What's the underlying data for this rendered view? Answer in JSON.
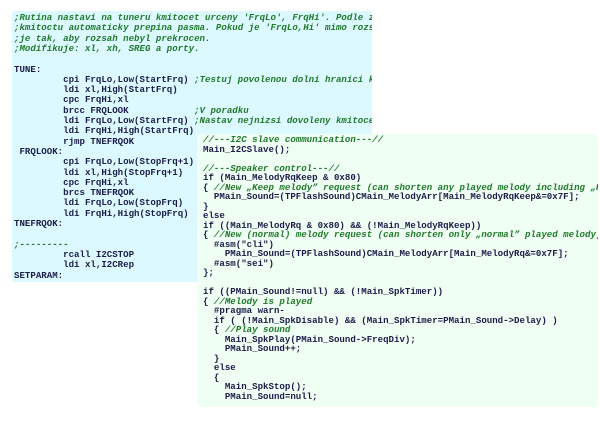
{
  "asm_listing": {
    "lines": [
      {
        "code": "",
        "comment": ";Rutina nastavi na tuneru kmitocet urceny 'FrqLo', FrqHi'. Podle zadaneho"
      },
      {
        "code": "",
        "comment": ";kmitoctu automaticky prepina pasma. Pokud je 'FrqLo,Hi' mimo rozsah, upravi"
      },
      {
        "code": "",
        "comment": ";je tak, aby rozsah nebyl prekrocen."
      },
      {
        "code": "",
        "comment": ";Modifikuje: xl, xh, SREG a porty."
      },
      {
        "code": "",
        "comment": ""
      },
      {
        "code": "TUNE:",
        "comment": ""
      },
      {
        "code": "         cpi FrqLo,Low(StartFrq)",
        "comment": ";Testuj povolenou dolni hranici kmitoctu"
      },
      {
        "code": "         ldi xl,High(StartFrq)",
        "comment": ""
      },
      {
        "code": "         cpc FrqHi,xl",
        "comment": ""
      },
      {
        "code": "         brcc FRQLOOK",
        "comment": ";V poradku"
      },
      {
        "code": "         ldi FrqLo,Low(StartFrq)",
        "comment": ";Nastav nejnizsi dovoleny kmitocet"
      },
      {
        "code": "         ldi FrqHi,High(StartFrq)",
        "comment": ""
      },
      {
        "code": "         rjmp TNEFRQOK",
        "comment": ""
      },
      {
        "code": " FRQLOOK:",
        "comment": ""
      },
      {
        "code": "         cpi FrqLo,Low(StopFrq+1)",
        "comment": ""
      },
      {
        "code": "         ldi xl,High(StopFrq+1)",
        "comment": ""
      },
      {
        "code": "         cpc FrqHi,xl",
        "comment": ""
      },
      {
        "code": "         brcs TNEFRQOK",
        "comment": ""
      },
      {
        "code": "         ldi FrqLo,Low(StopFrq)",
        "comment": ""
      },
      {
        "code": "         ldi FrqHi,High(StopFrq)",
        "comment": ""
      },
      {
        "code": "TNEFRQOK:",
        "comment": ""
      },
      {
        "code": "",
        "comment": ""
      },
      {
        "code": "",
        "comment": ";---------"
      },
      {
        "code": "         rcall I2CSTOP",
        "comment": ""
      },
      {
        "code": "         ldi xl,I2CRep",
        "comment": ""
      },
      {
        "code": "SETPARAM:",
        "comment": ""
      }
    ]
  },
  "c_listing": {
    "lines": [
      {
        "code": "",
        "comment": "//---I2C slave communication---//"
      },
      {
        "code": "Main_I2CSlave();",
        "comment": ""
      },
      {
        "code": "",
        "comment": ""
      },
      {
        "code": "",
        "comment": "//---Speaker control---//"
      },
      {
        "code": "if (Main_MelodyRqKeep & 0x80)",
        "comment": ""
      },
      {
        "code": "{ ",
        "comment": "//New „Keep melody” request (can shorten any played melody including „Keep"
      },
      {
        "code": "  PMain_Sound=(TPFlashSound)CMain_MelodyArr[Main_MelodyRqKeep&=0x7F];",
        "comment": ""
      },
      {
        "code": "}",
        "comment": ""
      },
      {
        "code": "else",
        "comment": ""
      },
      {
        "code": "if ((Main_MelodyRq & 0x80) && (!Main_MelodyRqKeep))",
        "comment": ""
      },
      {
        "code": "{ ",
        "comment": "//New (normal) melody request (can shorten only „normal” played melody)"
      },
      {
        "code": "  #asm(\"cli\")",
        "comment": ""
      },
      {
        "code": "    PMain_Sound=(TPFlashSound)CMain_MelodyArr[Main_MelodyRq&=0x7F];",
        "comment": ""
      },
      {
        "code": "  #asm(\"sei\")",
        "comment": ""
      },
      {
        "code": "};",
        "comment": ""
      },
      {
        "code": "",
        "comment": ""
      },
      {
        "code": "if ((PMain_Sound!=null) && (!Main_SpkTimer))",
        "comment": ""
      },
      {
        "code": "{ ",
        "comment": "//Melody is played"
      },
      {
        "code": "  #pragma warn-",
        "comment": ""
      },
      {
        "code": "  if ( (!Main_SpkDisable) && (Main_SpkTimer=PMain_Sound->Delay) )",
        "comment": ""
      },
      {
        "code": "  { ",
        "comment": "//Play sound"
      },
      {
        "code": "    Main_SpkPlay(PMain_Sound->FreqDiv);",
        "comment": ""
      },
      {
        "code": "    PMain_Sound++;",
        "comment": ""
      },
      {
        "code": "  }",
        "comment": ""
      },
      {
        "code": "  else",
        "comment": ""
      },
      {
        "code": "  {",
        "comment": ""
      },
      {
        "code": "    Main_SpkStop();",
        "comment": ""
      },
      {
        "code": "    PMain_Sound=null;",
        "comment": ""
      }
    ]
  }
}
